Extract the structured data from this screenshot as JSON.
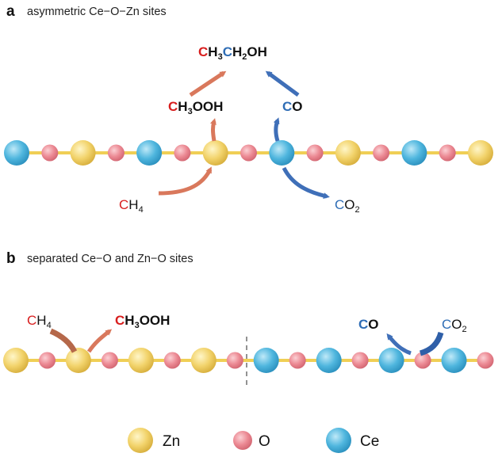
{
  "panel_a": {
    "letter": "a",
    "title": "asymmetric Ce−O−Zn sites",
    "chain": [
      "Ce",
      "O",
      "Zn",
      "O",
      "Ce",
      "O",
      "Zn",
      "O",
      "Ce",
      "O",
      "Zn",
      "O",
      "Ce",
      "O",
      "Zn"
    ],
    "ethanol": {
      "parts": [
        "C",
        "H",
        "3",
        "C",
        "H",
        "2",
        "OH"
      ]
    },
    "methyl_hydroperoxide": {
      "parts": [
        "C",
        "H",
        "3",
        "OOH"
      ]
    },
    "carbon_monoxide": {
      "parts": [
        "C",
        "O"
      ]
    },
    "methane": {
      "parts": [
        "C",
        "H",
        "4"
      ]
    },
    "carbon_dioxide": {
      "parts": [
        "C",
        "O",
        "2"
      ]
    }
  },
  "panel_b": {
    "letter": "b",
    "title": "separated Ce−O and Zn−O sites",
    "chain": [
      "Zn",
      "O",
      "Zn",
      "O",
      "Zn",
      "O",
      "Zn",
      "O",
      "Ce",
      "O",
      "Ce",
      "O",
      "Ce",
      "O",
      "Ce",
      "O"
    ],
    "methane": {
      "parts": [
        "C",
        "H",
        "4"
      ]
    },
    "methyl_hydroperoxide": {
      "parts": [
        "C",
        "H",
        "3",
        "OOH"
      ]
    },
    "carbon_monoxide": {
      "parts": [
        "C",
        "O"
      ]
    },
    "carbon_dioxide": {
      "parts": [
        "C",
        "O",
        "2"
      ]
    }
  },
  "legend": [
    {
      "label": "Zn",
      "element": "Zn"
    },
    {
      "label": "O",
      "element": "O"
    },
    {
      "label": "Ce",
      "element": "Ce"
    }
  ],
  "colors": {
    "zn": "#f2d36b",
    "o": "#ec8a94",
    "ce": "#4fb6de",
    "chain": "#f0cf55",
    "red_text": "#d81e1e",
    "blue_text": "#2f6db5",
    "orange_arrow": "#d9785c",
    "blue_arrow": "#3f6fb8"
  }
}
